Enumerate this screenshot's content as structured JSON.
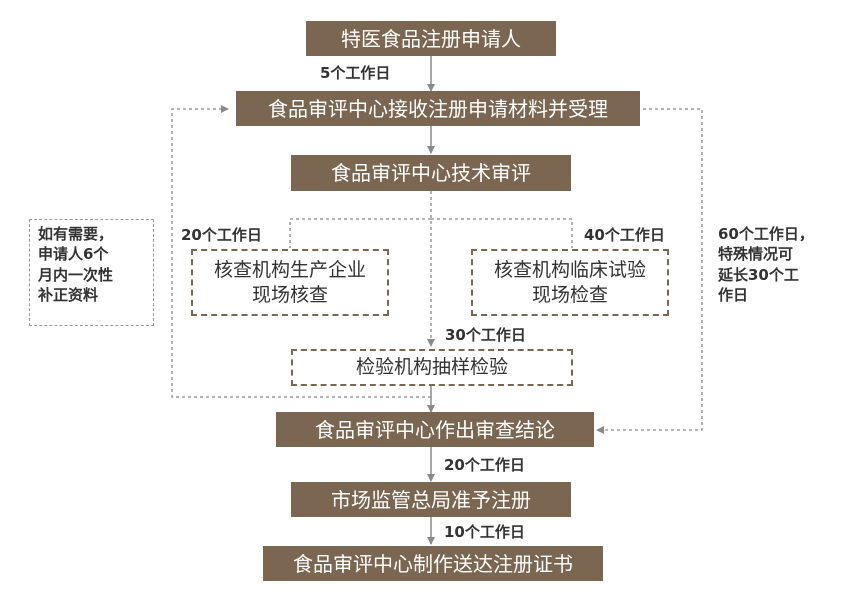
{
  "nodes": {
    "applicant": "特医食品注册申请人",
    "accept": "食品审评中心接收注册申请材料并受理",
    "tech_review": "食品审评中心技术审评",
    "production_check": "核查机构生产企业\n现场核查",
    "clinical_check": "核查机构临床试验\n现场检查",
    "sampling": "检验机构抽样检验",
    "conclusion": "食品审评中心作出审查结论",
    "approval": "市场监管总局准予注册",
    "certificate": "食品审评中心制作送达注册证书"
  },
  "labels": {
    "d5": "5个工作日",
    "d20_production": "20个工作日",
    "d40_clinical": "40个工作日",
    "d30_sampling": "30个工作日",
    "d20_approval": "20个工作日",
    "d10_certificate": "10个工作日"
  },
  "notes": {
    "supplement": "如有需要，\n申请人6个\n月内一次性\n补正资料",
    "review_period": "60个工作日，\n特殊情况可\n延长30个工\n作日"
  },
  "colors": {
    "box_fill": "#7b6652",
    "box_text": "#ffffff",
    "dashed_border": "#7b6652",
    "connector": "#8a8a8a",
    "text": "#333333"
  }
}
